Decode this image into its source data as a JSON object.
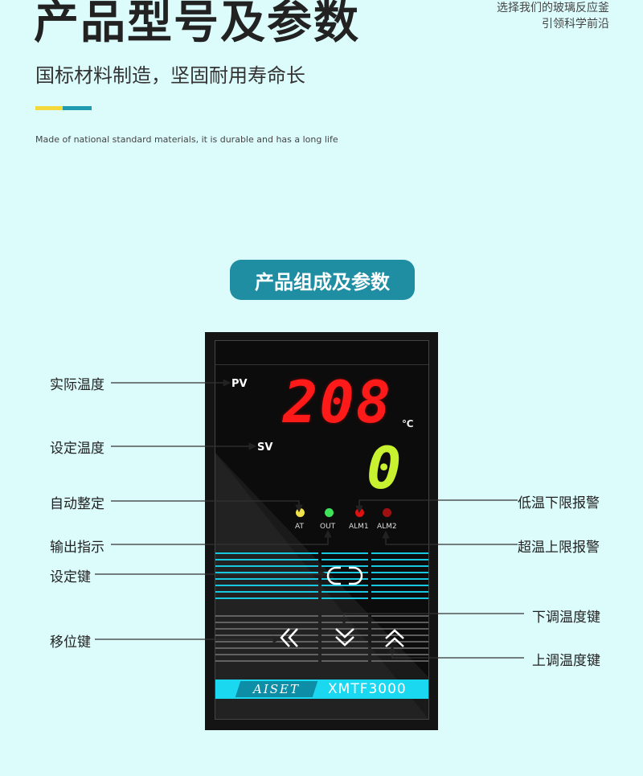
{
  "header": {
    "title": "产品型号及参数",
    "subtitle": "国标材料制造，坚固耐用寿命长",
    "english": "Made of national standard materials, it is durable and has a long life",
    "top_right_line1": "选择我们的玻璃反应釜",
    "top_right_line2": "引领科学前沿"
  },
  "section_pill": "产品组成及参数",
  "device": {
    "pv_label": "PV",
    "pv_value": "208",
    "unit": "℃",
    "sv_label": "SV",
    "sv_value": "0",
    "indicators": [
      {
        "label": "AT",
        "color": "#f0e24a"
      },
      {
        "label": "OUT",
        "color": "#3ee35a"
      },
      {
        "label": "ALM1",
        "color": "#e01010"
      },
      {
        "label": "ALM2",
        "color": "#a01010"
      }
    ],
    "brand": "AISET",
    "model": "XMTF3000"
  },
  "annotations": {
    "actual_temp": "实际温度",
    "set_temp": "设定温度",
    "auto_tune": "自动整定",
    "output_indicator": "输出指示",
    "set_key": "设定键",
    "shift_key": "移位键",
    "low_alarm": "低温下限报警",
    "high_alarm": "超温上限报警",
    "down_key": "下调温度键",
    "up_key": "上调温度键"
  },
  "colors": {
    "background": "#dcfbfb",
    "accent_teal": "#1f8ea3",
    "accent_yellow": "#f5d83b",
    "pv_digit": "#ff1a1a",
    "sv_digit": "#c8f230",
    "key_cyan": "#19d8f0"
  }
}
